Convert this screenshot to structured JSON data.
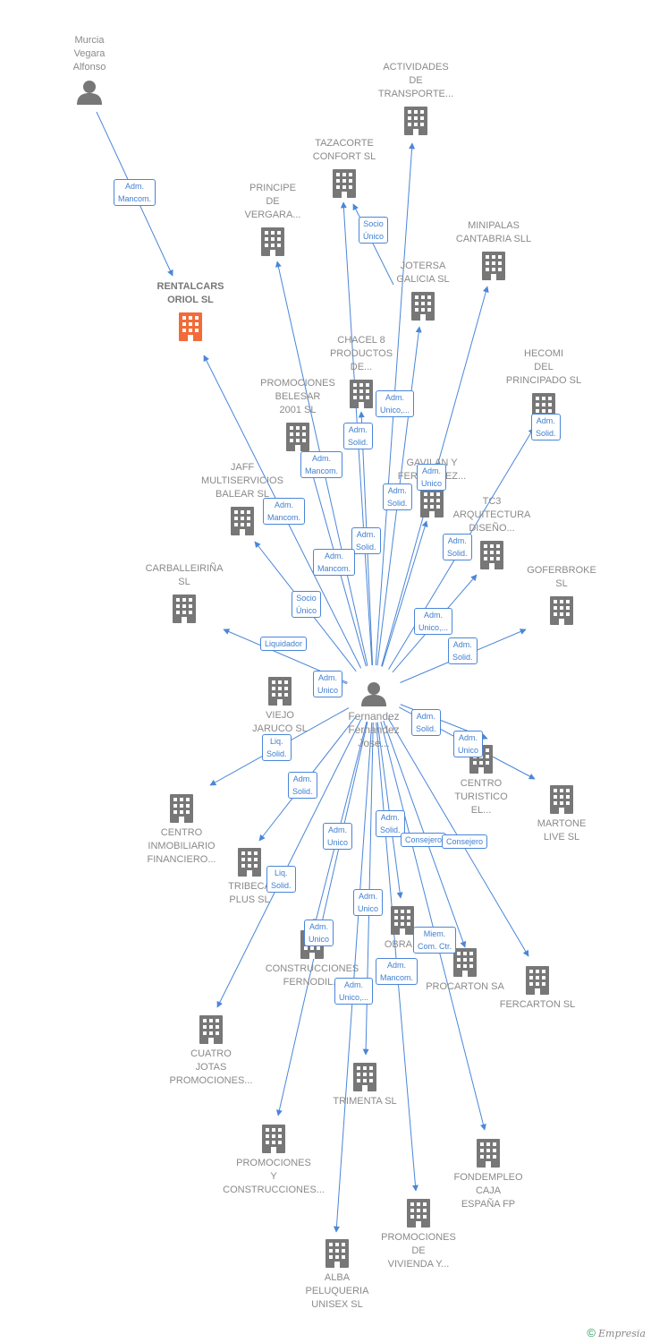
{
  "colors": {
    "company": "#777777",
    "highlight": "#f26b38",
    "person": "#777777",
    "edge": "#4a86d8",
    "edge_text": "#3f7fd1"
  },
  "nodes": [
    {
      "id": "murcia",
      "type": "person",
      "lines": [
        "Murcia",
        "Vegara",
        "Alfonso"
      ],
      "label_above": true
    },
    {
      "id": "rentalcars",
      "type": "company",
      "highlight": true,
      "lines": [
        "RENTALCARS",
        "ORIOL  SL"
      ],
      "label_above": true
    },
    {
      "id": "fernandez",
      "type": "person",
      "center": true,
      "lines": [
        "Fernandez",
        "Fernandez",
        "Jose..."
      ],
      "label_above": false
    },
    {
      "id": "actividades",
      "type": "company",
      "lines": [
        "ACTIVIDADES",
        "DE",
        "TRANSPORTE..."
      ],
      "label_above": true
    },
    {
      "id": "tazacorte",
      "type": "company",
      "lines": [
        "TAZACORTE",
        "CONFORT  SL"
      ],
      "label_above": true
    },
    {
      "id": "principe",
      "type": "company",
      "lines": [
        "PRINCIPE",
        "DE",
        "VERGARA..."
      ],
      "label_above": true
    },
    {
      "id": "minipalas",
      "type": "company",
      "lines": [
        "MINIPALAS",
        "CANTABRIA SLL"
      ],
      "label_above": true
    },
    {
      "id": "jotersa",
      "type": "company",
      "lines": [
        "JOTERSA",
        "GALICIA SL"
      ],
      "label_above": true
    },
    {
      "id": "chacel",
      "type": "company",
      "lines": [
        "CHACEL 8",
        "PRODUCTOS",
        "DE..."
      ],
      "label_above": true
    },
    {
      "id": "hecomi",
      "type": "company",
      "lines": [
        "HECOMI",
        "DEL",
        "PRINCIPADO SL"
      ],
      "label_above": true
    },
    {
      "id": "promociones_belesar",
      "type": "company",
      "lines": [
        "PROMOCIONES",
        "BELESAR",
        "2001 SL"
      ],
      "label_above": true
    },
    {
      "id": "gavilan",
      "type": "company",
      "lines": [
        "GAVILAN Y",
        "FERNANDEZ..."
      ],
      "label_above": true
    },
    {
      "id": "jaff",
      "type": "company",
      "lines": [
        "JAFF",
        "MULTISERVICIOS",
        "BALEAR SL"
      ],
      "label_above": true
    },
    {
      "id": "tc3",
      "type": "company",
      "lines": [
        "TC3",
        "ARQUITECTURA",
        "DISEÑO..."
      ],
      "label_above": true
    },
    {
      "id": "carballeirina",
      "type": "company",
      "lines": [
        "CARBALLEIRIÑA",
        "SL"
      ],
      "label_above": true
    },
    {
      "id": "goferbroke",
      "type": "company",
      "lines": [
        "GOFERBROKE",
        "SL"
      ],
      "label_above": true
    },
    {
      "id": "viejo",
      "type": "company",
      "lines": [
        "VIEJO",
        "JARUCO  SL"
      ],
      "label_above": false
    },
    {
      "id": "centro_turistico",
      "type": "company",
      "lines": [
        "CENTRO",
        "TURISTICO",
        "EL..."
      ],
      "label_above": false
    },
    {
      "id": "martone",
      "type": "company",
      "lines": [
        "MARTONE",
        "LIVE  SL"
      ],
      "label_above": false
    },
    {
      "id": "centro_inmobiliario",
      "type": "company",
      "lines": [
        "CENTRO",
        "INMOBILIARIO",
        "FINANCIERO..."
      ],
      "label_above": false
    },
    {
      "id": "tribeca",
      "type": "company",
      "lines": [
        "TRIBECA",
        "PLUS SL"
      ],
      "label_above": false
    },
    {
      "id": "obra",
      "type": "company",
      "lines": [
        "OBRA..."
      ],
      "label_above": false
    },
    {
      "id": "procarton",
      "type": "company",
      "lines": [
        "PROCARTON SA"
      ],
      "label_above": false
    },
    {
      "id": "fercarton",
      "type": "company",
      "lines": [
        "FERCARTON SL"
      ],
      "label_above": false
    },
    {
      "id": "construcciones_fernodil",
      "type": "company",
      "lines": [
        "CONSTRUCCIONES",
        "FERNODIL..."
      ],
      "label_above": false
    },
    {
      "id": "cuatro_jotas",
      "type": "company",
      "lines": [
        "CUATRO",
        "JOTAS",
        "PROMOCIONES..."
      ],
      "label_above": false
    },
    {
      "id": "trimenta",
      "type": "company",
      "lines": [
        "TRIMENTA SL"
      ],
      "label_above": false
    },
    {
      "id": "promociones_construcciones",
      "type": "company",
      "lines": [
        "PROMOCIONES",
        "Y",
        "CONSTRUCCIONES..."
      ],
      "label_above": false
    },
    {
      "id": "fondempleo",
      "type": "company",
      "lines": [
        "FONDEMPLEO",
        "CAJA",
        "ESPAÑA FP"
      ],
      "label_above": false
    },
    {
      "id": "promociones_vivienda",
      "type": "company",
      "lines": [
        "PROMOCIONES",
        "DE",
        "VIVIENDA Y..."
      ],
      "label_above": false
    },
    {
      "id": "alba",
      "type": "company",
      "lines": [
        "ALBA",
        "PELUQUERIA",
        "UNISEX SL"
      ],
      "label_above": false
    }
  ],
  "edge_labels": [
    {
      "from": "murcia",
      "to": "rentalcars",
      "lines": [
        "Adm.",
        "Mancom."
      ]
    },
    {
      "from": "jotersa",
      "to": "tazacorte",
      "lines": [
        "Socio",
        "Único"
      ]
    },
    {
      "from": "fernandez",
      "to": "chacel",
      "lines": [
        "Adm.",
        "Unico,..."
      ]
    },
    {
      "from": "fernandez",
      "to": "promociones_belesar",
      "lines": [
        "Adm.",
        "Solid."
      ]
    },
    {
      "from": "fernandez",
      "to": "gavilan",
      "lines": [
        "Adm.",
        "Unico"
      ]
    },
    {
      "from": "fernandez",
      "to": "promociones_belesar",
      "lines": [
        "Adm.",
        "Mancom."
      ]
    },
    {
      "from": "fernandez",
      "to": "jaff",
      "lines": [
        "Adm.",
        "Mancom."
      ]
    },
    {
      "from": "fernandez",
      "to": "gavilan",
      "lines": [
        "Adm.",
        "Solid."
      ]
    },
    {
      "from": "fernandez",
      "to": "tc3",
      "lines": [
        "Adm.",
        "Solid."
      ]
    },
    {
      "from": "fernandez",
      "to": "chacel",
      "lines": [
        "Adm.",
        "Solid."
      ]
    },
    {
      "from": "fernandez",
      "to": "principe",
      "lines": [
        "Adm.",
        "Mancom."
      ]
    },
    {
      "from": "fernandez",
      "to": "jaff",
      "lines": [
        "Socio",
        "Único"
      ]
    },
    {
      "from": "fernandez",
      "to": "hecomi",
      "lines": [
        "Adm.",
        "Solid."
      ]
    },
    {
      "from": "fernandez",
      "to": "tc3",
      "lines": [
        "Adm.",
        "Unico,..."
      ]
    },
    {
      "from": "fernandez",
      "to": "carballeirina",
      "lines": [
        "Liquidador"
      ]
    },
    {
      "from": "fernandez",
      "to": "goferbroke",
      "lines": [
        "Adm.",
        "Solid."
      ]
    },
    {
      "from": "fernandez",
      "to": "viejo",
      "lines": [
        "Adm.",
        "Unico"
      ]
    },
    {
      "from": "fernandez",
      "to": "centro_turistico",
      "lines": [
        "Adm.",
        "Solid."
      ]
    },
    {
      "from": "fernandez",
      "to": "martone",
      "lines": [
        "Adm.",
        "Unico"
      ]
    },
    {
      "from": "fernandez",
      "to": "centro_inmobiliario",
      "lines": [
        "Liq.",
        "Solid."
      ]
    },
    {
      "from": "fernandez",
      "to": "tribeca",
      "lines": [
        "Adm.",
        "Solid."
      ]
    },
    {
      "from": "fernandez",
      "to": "construcciones_fernodil",
      "lines": [
        "Adm.",
        "Unico"
      ]
    },
    {
      "from": "fernandez",
      "to": "obra",
      "lines": [
        "Adm.",
        "Solid."
      ]
    },
    {
      "from": "fernandez",
      "to": "procarton",
      "lines": [
        "Consejero"
      ]
    },
    {
      "from": "fernandez",
      "to": "fercarton",
      "lines": [
        "Consejero"
      ]
    },
    {
      "from": "fernandez",
      "to": "cuatro_jotas",
      "lines": [
        "Liq.",
        "Solid."
      ]
    },
    {
      "from": "fernandez",
      "to": "trimenta",
      "lines": [
        "Adm.",
        "Unico"
      ]
    },
    {
      "from": "fernandez",
      "to": "promociones_construcciones",
      "lines": [
        "Adm.",
        "Unico"
      ]
    },
    {
      "from": "fernandez",
      "to": "obra",
      "lines": [
        "Miem.",
        "Com. Ctr."
      ]
    },
    {
      "from": "fernandez",
      "to": "promociones_vivienda",
      "lines": [
        "Adm.",
        "Mancom."
      ]
    },
    {
      "from": "fernandez",
      "to": "alba",
      "lines": [
        "Adm.",
        "Unico,..."
      ]
    }
  ],
  "edges_plain": [
    {
      "from": "fernandez",
      "to": "rentalcars"
    },
    {
      "from": "fernandez",
      "to": "actividades"
    },
    {
      "from": "fernandez",
      "to": "tazacorte"
    },
    {
      "from": "fernandez",
      "to": "jotersa"
    },
    {
      "from": "fernandez",
      "to": "minipalas"
    },
    {
      "from": "fernandez",
      "to": "fondempleo"
    }
  ],
  "watermark": {
    "symbol": "©",
    "brand": "Empresia"
  }
}
